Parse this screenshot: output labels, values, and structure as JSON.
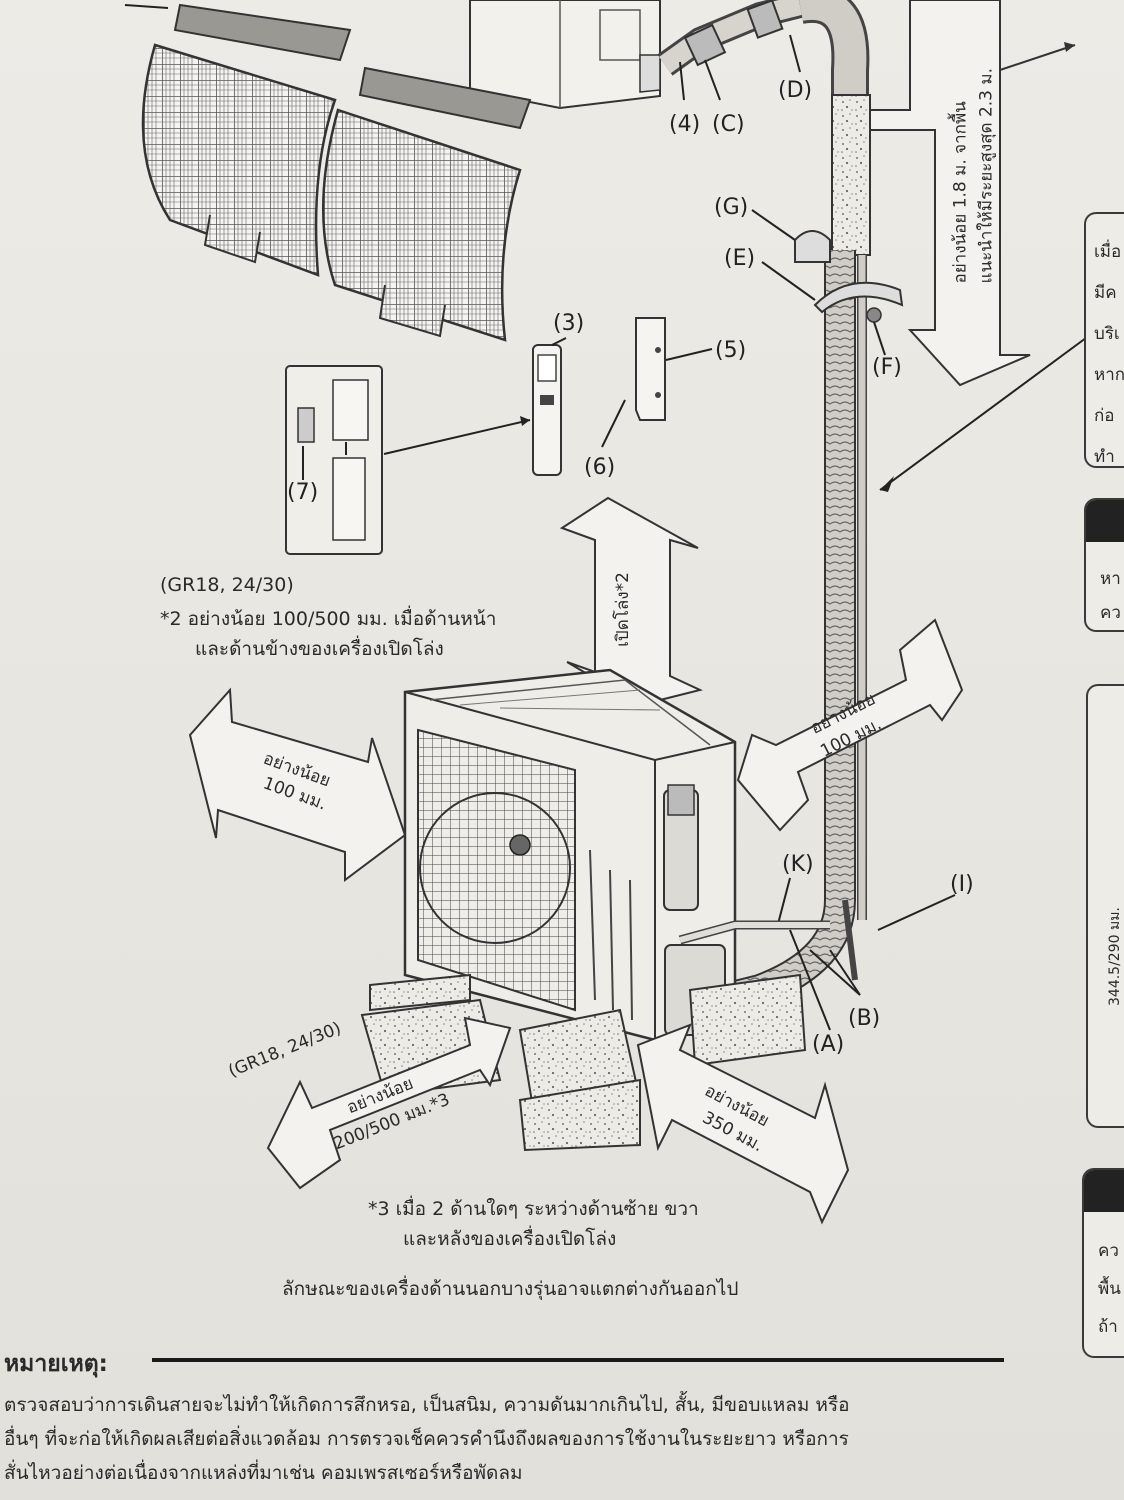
{
  "labels": {
    "l4": "(4)",
    "lC": "(C)",
    "lD": "(D)",
    "lG": "(G)",
    "lE": "(E)",
    "lF": "(F)",
    "l3": "(3)",
    "l5": "(5)",
    "l6": "(6)",
    "l7": "(7)",
    "lK": "(K)",
    "lI": "(I)",
    "lA": "(A)",
    "lB": "(B)"
  },
  "notes": {
    "gr_top": "(GR18, 24/30)",
    "front_clear_1": "*2 อย่างน้อย 100/500 มม. เมื่อด้านหน้า",
    "front_clear_2": "และด้านข้างของเครื่องเปิดโล่ง",
    "open_above": "เปิดโล่ง*2",
    "left_clear_1": "อย่างน้อย",
    "left_clear_2": "100 มม.",
    "right_clear_1": "อย่างน้อย",
    "right_clear_2": "100 มม.",
    "gr_bottom": "(GR18, 24/30)",
    "bl_clear_1": "อย่างน้อย",
    "bl_clear_2": "200/500 มม.*3",
    "br_clear_1": "อย่างน้อย",
    "br_clear_2": "350 มม.",
    "foot3_1": "*3  เมื่อ 2 ด้านใดๆ ระหว่างด้านซ้าย ขวา",
    "foot3_2": "และหลังของเครื่องเปิดโล่ง",
    "caption": "ลักษณะของเครื่องด้านนอกบางรุ่นอาจแตกต่างกันออกไป",
    "height_1": "อย่างน้อย 1.8 ม. จากพื้น",
    "height_2": "แนะนำให้มีระยะสูงสุด 2.3 ม."
  },
  "side": {
    "box1": [
      "เมื่อ",
      "มีค",
      "บริเ",
      "หาก",
      "ก่อ",
      "ทำ"
    ],
    "box2": [
      "หา",
      "คว"
    ],
    "box3_rot": "344.5/290 มม.",
    "box4": [
      "คว",
      "พื้น",
      "ถ้า"
    ]
  },
  "remark": {
    "title": "หมายเหตุ:",
    "line1": "ตรวจสอบว่าการเดินสายจะไม่ทำให้เกิดการสึกหรอ, เป็นสนิม, ความดันมากเกินไป, สั้น, มีขอบแหลม หรือ",
    "line2": "อื่นๆ ที่จะก่อให้เกิดผลเสียต่อสิ่งแวดล้อม การตรวจเช็คควรคำนึงถึงผลของการใช้งานในระยะยาว หรือการ",
    "line3": "สั่นไหวอย่างต่อเนื่องจากแหล่งที่มาเช่น คอมเพรสเซอร์หรือพัดลม"
  }
}
